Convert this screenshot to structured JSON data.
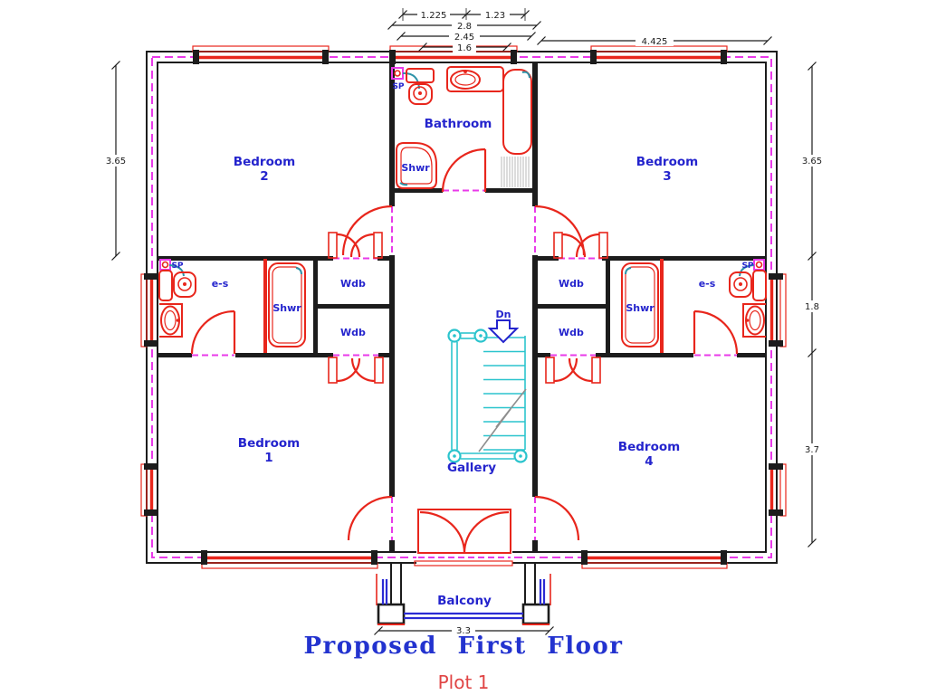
{
  "drawing": {
    "title": "Proposed First Floor",
    "plot": "Plot 1"
  },
  "rooms": {
    "bedroom1": {
      "name": "Bedroom",
      "number": "1"
    },
    "bedroom2": {
      "name": "Bedroom",
      "number": "2"
    },
    "bedroom3": {
      "name": "Bedroom",
      "number": "3"
    },
    "bedroom4": {
      "name": "Bedroom",
      "number": "4"
    },
    "bathroom": {
      "name": "Bathroom"
    },
    "gallery": {
      "name": "Gallery"
    },
    "balcony": {
      "name": "Balcony"
    }
  },
  "labels": {
    "shower": "Shwr",
    "ensuite": "e-s",
    "wardrobe": "Wdb",
    "down": "Dn",
    "soil_pipe": "SP"
  },
  "dimensions": {
    "top": {
      "d1": "1.225",
      "d2": "1.23",
      "d3": "2.8",
      "d4": "2.45",
      "d5": "1.6",
      "d6": "4.425"
    },
    "left": {
      "d1": "3.65"
    },
    "right": {
      "d1": "3.65",
      "d2": "1.8",
      "d3": "3.7"
    },
    "bottom": {
      "d1": "3.3"
    }
  },
  "colors": {
    "wall": "#1c1c1c",
    "fixture": "#e8261c",
    "opening": "#e93ae9",
    "label": "#2424cd",
    "stair": "#2bc4cd",
    "railing": "#2b2bd4",
    "dimension": "#1c1c1c",
    "title": "#2333cf",
    "plot": "#e04545",
    "tap": "#2e93a8",
    "hatch": "#c4c4c4",
    "break": "#8e8e8e"
  }
}
